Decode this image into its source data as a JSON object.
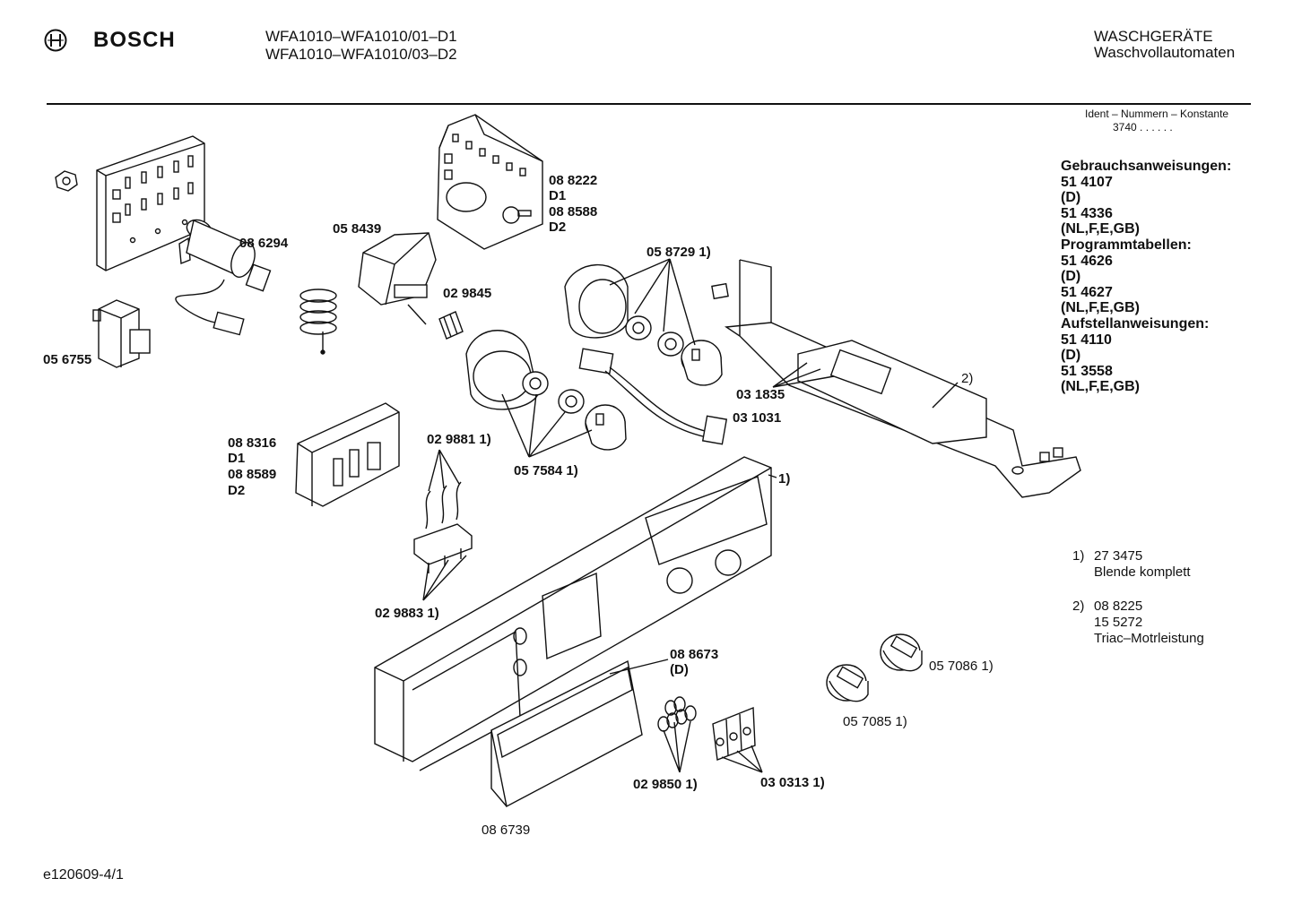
{
  "header": {
    "brand": "BOSCH",
    "models": [
      "WFA1010–WFA1010/01–D1",
      "WFA1010–WFA1010/03–D2"
    ],
    "category": "WASCHGERÄTE",
    "subcategory": "Waschvollautomaten"
  },
  "ident": {
    "label": "Ident – Nummern – Konstante",
    "value": "3740 . . . . . ."
  },
  "documents": [
    "Gebrauchsanweisungen:",
    "51 4107",
    "(D)",
    "51 4336",
    "(NL,F,E,GB)",
    "Programmtabellen:",
    "51 4626",
    "(D)",
    "51 4627",
    "(NL,F,E,GB)",
    "Aufstellanweisungen:",
    "51 4110",
    "(D)",
    "51 3558",
    "(NL,F,E,GB)"
  ],
  "parts": {
    "p086294": "08 6294",
    "p056755": "05 6755",
    "p058439": "05 8439",
    "p088222": "08 8222",
    "d1a": "D1",
    "p088588": "08 8588",
    "d2a": "D2",
    "p029845": "02 9845",
    "p058729": "05 8729 1)",
    "p031835": "03 1835",
    "p031031": "03 1031",
    "p088316": "08 8316",
    "d1b": "D1",
    "p088589": "08 8589",
    "d2b": "D2",
    "p029881": "02 9881 1)",
    "p057584": "05 7584 1)",
    "ref1": "1)",
    "ref2": "2)",
    "p029883": "02 9883 1)",
    "p088673": "08 8673",
    "p088673d": "(D)",
    "p057086": "05 7086 1)",
    "p057085": "05 7085 1)",
    "p029850": "02 9850 1)",
    "p030313": "03 0313 1)",
    "p086739": "08 6739"
  },
  "notes": {
    "n1_mark": "1)",
    "n1_line1": "27 3475",
    "n1_line2": "Blende komplett",
    "n2_mark": "2)",
    "n2_line1": "08 8225",
    "n2_line2": "15 5272",
    "n2_line3": "Triac–Motrleistung"
  },
  "footer": {
    "code": "e120609-4/1"
  }
}
